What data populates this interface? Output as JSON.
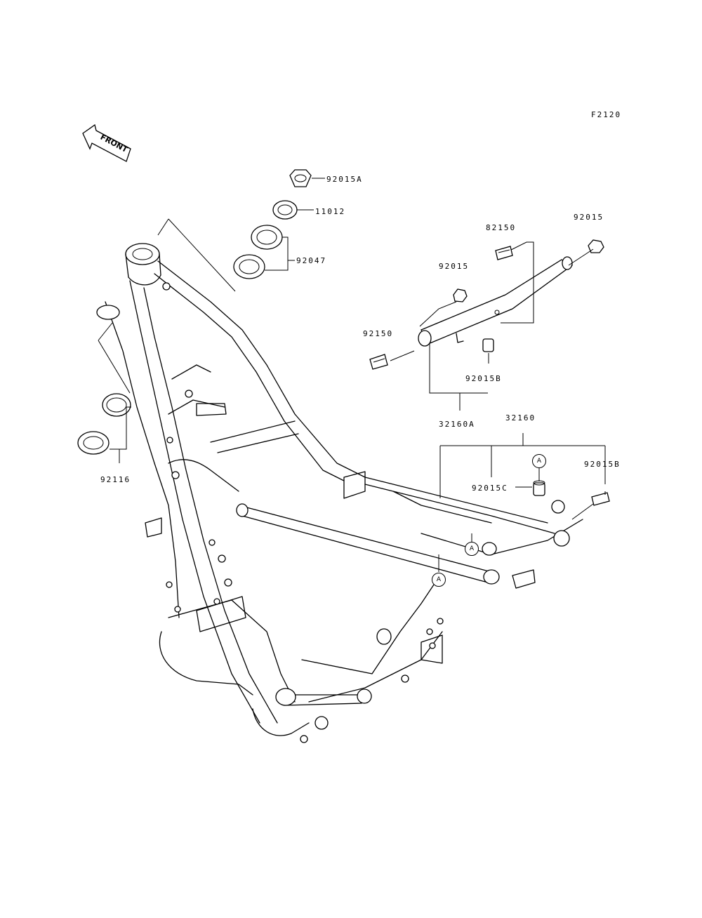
{
  "figure_code": "F2120",
  "front_badge": "FRONT",
  "labels": {
    "p92015A": "92015A",
    "p11012": "11012",
    "p92047": "92047",
    "p92116": "92116",
    "p82150": "82150",
    "p92015_top": "92015",
    "p92015_mid": "92015",
    "p92150": "92150",
    "p92015B_stay": "92015B",
    "p32160A": "32160A",
    "p32160": "32160",
    "p92015B_right": "92015B",
    "p92015C": "92015C"
  },
  "ref_markers": {
    "a_top": "A",
    "a_mid": "A",
    "a_low": "A"
  }
}
